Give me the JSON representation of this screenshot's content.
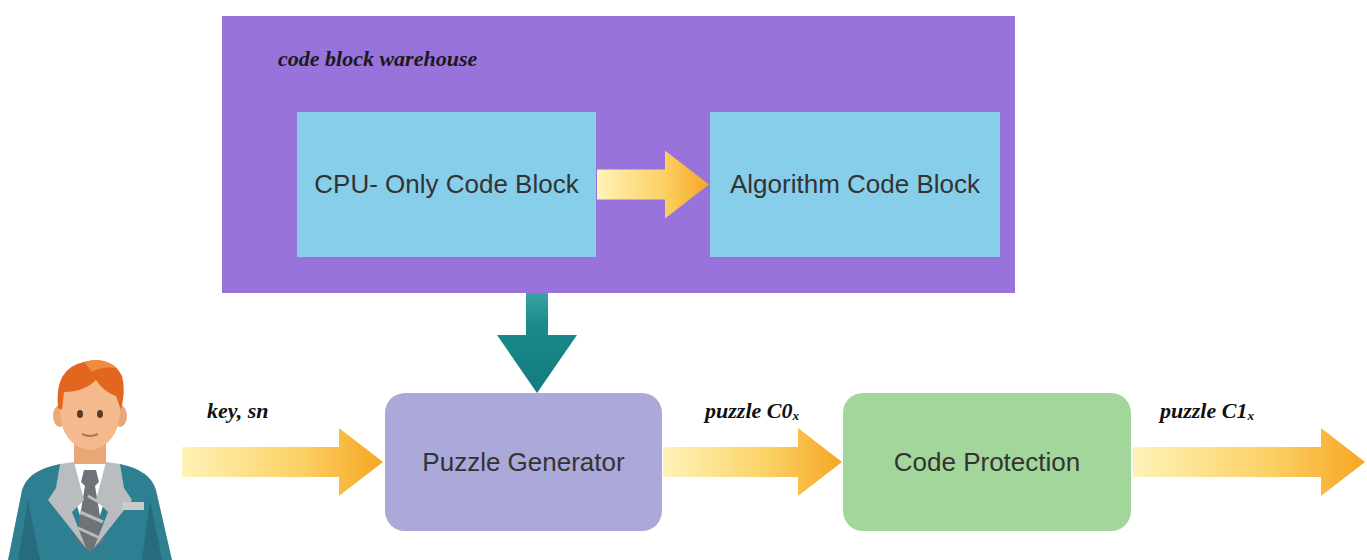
{
  "diagram": {
    "nodes": [
      {
        "text": [
          "code block warehouse"
        ]
      },
      {
        "text": [
          "CPU- Only Code Block"
        ],
        "in": 0
      },
      {
        "text": [
          "Algorithm Code Block"
        ],
        "in": 0
      },
      {
        "text": [
          "Puzzle Generator"
        ]
      },
      {
        "text": [
          "Code Protection"
        ]
      }
    ],
    "edges": [
      {
        "from": 1,
        "to": 2,
        "arrow": "to"
      },
      {
        "from": 0,
        "to": 3,
        "arrow": "to"
      },
      {
        "from": 3,
        "to": 4,
        "arrow": "to",
        "label": "puzzle C0ₓ"
      }
    ],
    "labels": [
      "key, sn",
      "puzzle C1ₓ"
    ]
  }
}
